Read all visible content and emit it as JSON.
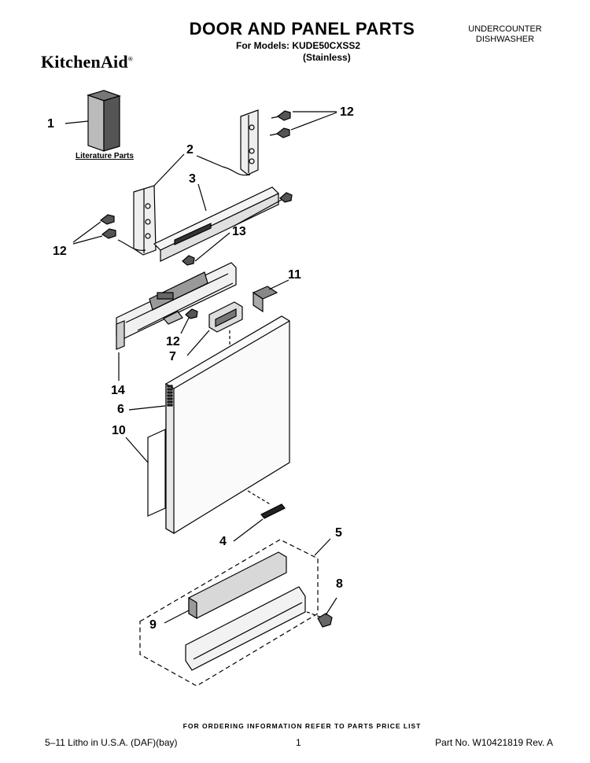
{
  "header": {
    "title": "DOOR AND PANEL PARTS",
    "models_line": "For Models: KUDE50CXSS2",
    "variant": "(Stainless)",
    "category_line1": "UNDERCOUNTER",
    "category_line2": "DISHWASHER",
    "brand": "KitchenAid",
    "brand_mark": "®"
  },
  "diagram": {
    "literature_label": "Literature Parts",
    "callouts": {
      "c1": "1",
      "c2": "2",
      "c3": "3",
      "c4": "4",
      "c5": "5",
      "c6": "6",
      "c7": "7",
      "c8": "8",
      "c9": "9",
      "c10": "10",
      "c11": "11",
      "c12_top": "12",
      "c12_left": "12",
      "c12_mid": "12",
      "c13": "13",
      "c14": "14"
    }
  },
  "footer": {
    "ordering_note": "FOR ORDERING INFORMATION REFER TO PARTS PRICE LIST",
    "litho": "5–11 Litho in U.S.A. (DAF)(bay)",
    "page_number": "1",
    "part_number": "Part No. W10421819 Rev. A"
  }
}
